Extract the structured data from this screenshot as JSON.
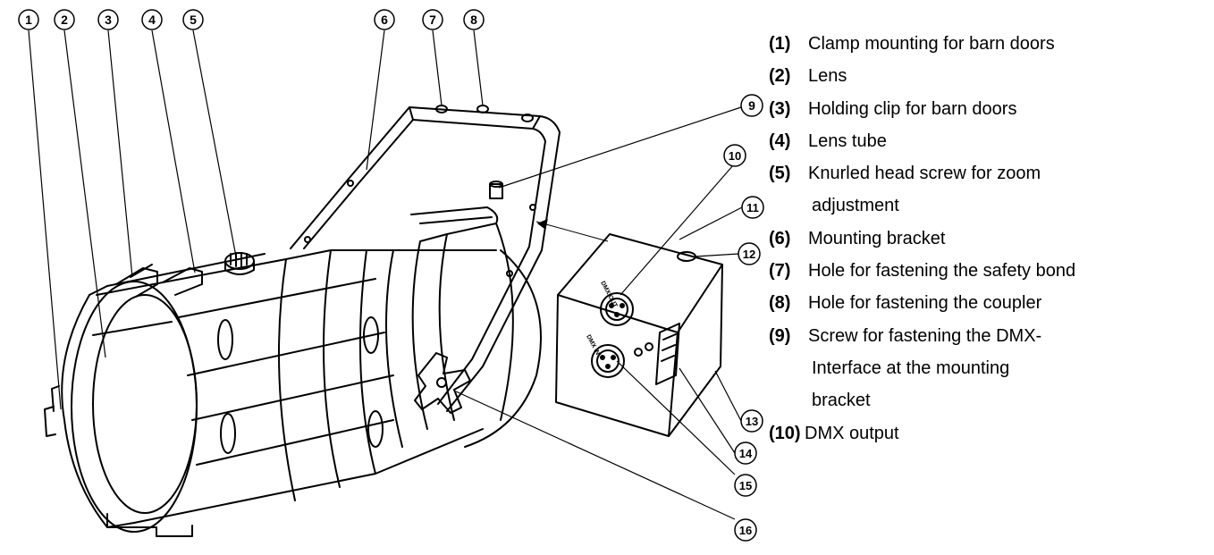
{
  "callouts": [
    "1",
    "2",
    "3",
    "4",
    "5",
    "6",
    "7",
    "8",
    "9",
    "10",
    "11",
    "12",
    "13",
    "14",
    "15",
    "16"
  ],
  "legend": [
    {
      "num": "(1)",
      "lines": [
        "Clamp mounting for barn doors"
      ]
    },
    {
      "num": "(2)",
      "lines": [
        "Lens"
      ]
    },
    {
      "num": "(3)",
      "lines": [
        "Holding clip for barn doors"
      ]
    },
    {
      "num": "(4)",
      "lines": [
        "Lens tube"
      ]
    },
    {
      "num": "(5)",
      "lines": [
        "Knurled head screw for zoom",
        "adjustment"
      ]
    },
    {
      "num": "(6)",
      "lines": [
        "Mounting bracket"
      ]
    },
    {
      "num": "(7)",
      "lines": [
        "Hole for fastening the safety bond"
      ]
    },
    {
      "num": "(8)",
      "lines": [
        "Hole for fastening the coupler"
      ]
    },
    {
      "num": "(9)",
      "lines": [
        "Screw for fastening the DMX-",
        "Interface at the mounting",
        "bracket"
      ]
    },
    {
      "num": "(10)",
      "lines": [
        "DMX output"
      ]
    }
  ],
  "device_labels": {
    "dmx_out": "DMX OUT",
    "dmx_in": "DMX IN"
  }
}
